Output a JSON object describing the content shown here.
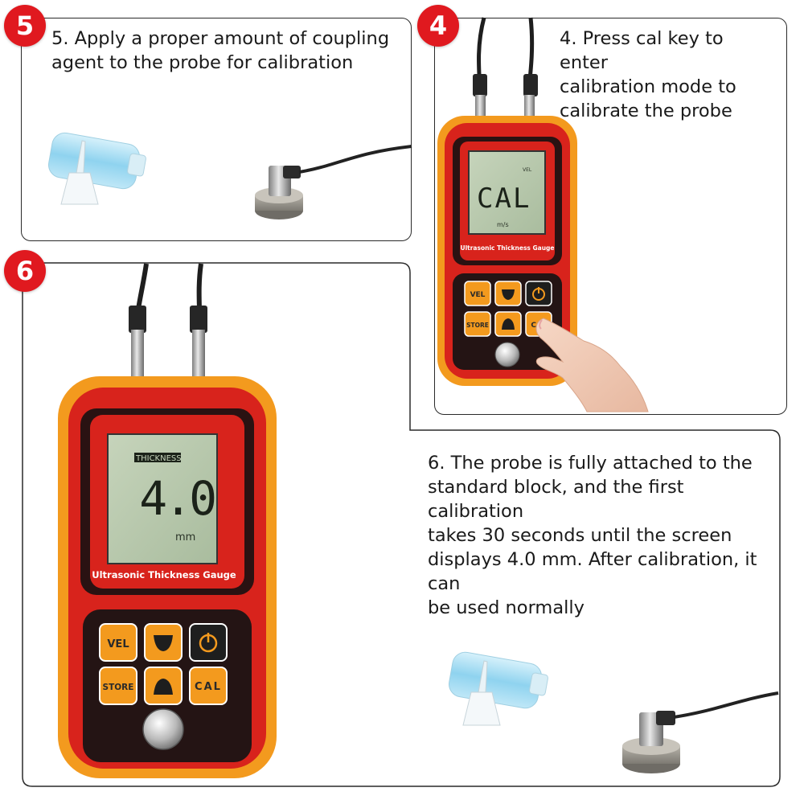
{
  "steps": [
    {
      "number": "5",
      "text": "5. Apply a proper amount of coupling\nagent to the probe for calibration"
    },
    {
      "number": "4",
      "text": "4. Press cal key to enter\ncalibration mode to\ncalibrate the probe"
    },
    {
      "number": "6",
      "text": "6. The probe is fully attached to the\nstandard block, and the first calibration\ntakes 30 seconds until the screen\ndisplays 4.0 mm. After calibration, it can\nbe used normally"
    }
  ],
  "small_gauge": {
    "device_label": "Ultrasonic Thickness Gauge",
    "lcd_indicator": "VEL",
    "lcd_value": "CAL",
    "lcd_unit": "m/s",
    "keys": [
      "VEL",
      "STORE",
      "CAL"
    ]
  },
  "large_gauge": {
    "device_label": "Ultrasonic Thickness Gauge",
    "lcd_indicator": "THICKNESS",
    "lcd_value": "4.0",
    "lcd_unit": "mm",
    "keys": [
      "VEL",
      "STORE",
      "CAL"
    ]
  },
  "colors": {
    "badge": "#e0191f",
    "casing_orange": "#f39a1e",
    "casing_red": "#d8231c",
    "lcd_green": "#b8c8ad",
    "key_orange": "#f39a1e"
  }
}
